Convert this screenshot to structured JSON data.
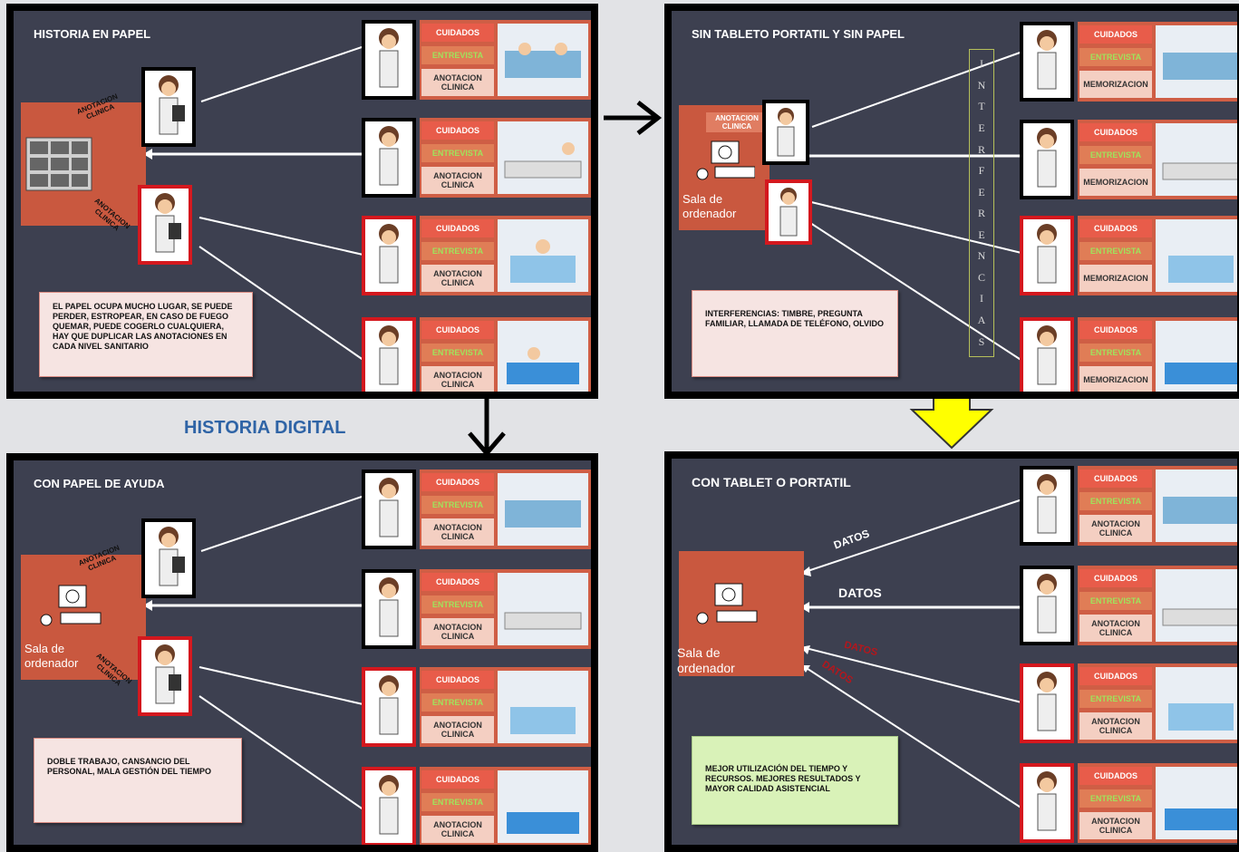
{
  "heading": "HISTORIA DIGITAL",
  "panels": {
    "p1": {
      "title": "HISTORIA EN PAPEL",
      "note": "EL PAPEL OCUPA MUCHO LUGAR, SE PUEDE PERDER, ESTROPEAR, EN CASO DE FUEGO QUEMAR, PUEDE COGERLO CUALQUIERA, HAY QUE DUPLICAR LAS ANOTACIONES EN CADA NIVEL SANITARIO"
    },
    "p2": {
      "title": "SIN TABLETO PORTATIL Y SIN PAPEL",
      "note": "INTERFERENCIAS: TIMBRE, PREGUNTA FAMILIAR, LLAMADA DE TELÉFONO, OLVIDO",
      "vertical_word": [
        "I",
        "N",
        "T",
        "E",
        "R",
        "F",
        "E",
        "R",
        "E",
        "N",
        "C",
        "I",
        "A",
        "S"
      ],
      "room_label": "ANOTACION CLINICA"
    },
    "p3": {
      "title": "CON PAPEL DE AYUDA",
      "note": "DOBLE TRABAJO, CANSANCIO DEL PERSONAL, MALA GESTIÓN DEL TIEMPO"
    },
    "p4": {
      "title": "CON TABLET O PORTATIL",
      "note": "MEJOR UTILIZACIÓN DEL TIEMPO Y RECURSOS. MEJORES RESULTADOS Y MAYOR CALIDAD ASISTENCIAL",
      "datos": [
        "DATOS",
        "DATOS",
        "DATOS",
        "DATOS"
      ]
    }
  },
  "labels": {
    "cuidados": "CUIDADOS",
    "entrevista": "ENTREVISTA",
    "anotacion": "ANOTACION CLINICA",
    "memorizacion": "MEMORIZACION",
    "sala_line1": "Sala de",
    "sala_line2": "ordenador",
    "anot_line1": "ANOTACION",
    "anot_line2": "CLINICA"
  },
  "colors": {
    "panel_bg": "#3d4050",
    "room": "#c9583f",
    "arrow_red": "#e31e24",
    "arrow_green": "#3fbf3a",
    "arrow_yellow": "#ffff00",
    "heading_blue": "#2f64a6"
  }
}
